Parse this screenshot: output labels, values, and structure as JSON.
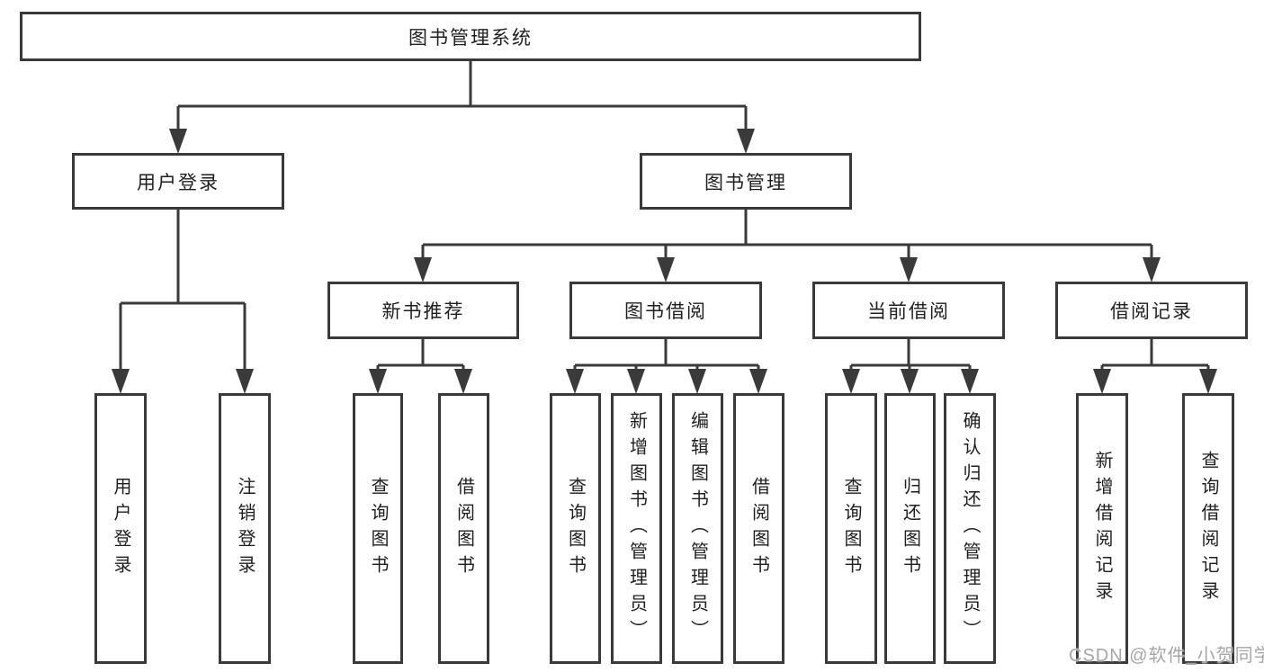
{
  "diagram": {
    "root": {
      "label": "图书管理系统"
    },
    "branches": [
      {
        "label": "用户登录",
        "children": [
          {
            "label": "用户登录"
          },
          {
            "label": "注销登录"
          }
        ]
      },
      {
        "label": "图书管理",
        "children": [
          {
            "label": "新书推荐",
            "children": [
              {
                "label": "查询图书"
              },
              {
                "label": "借阅图书"
              }
            ]
          },
          {
            "label": "图书借阅",
            "children": [
              {
                "label": "查询图书"
              },
              {
                "label": "新增图书（管理员）"
              },
              {
                "label": "编辑图书（管理员）"
              },
              {
                "label": "借阅图书"
              }
            ]
          },
          {
            "label": "当前借阅",
            "children": [
              {
                "label": "查询图书"
              },
              {
                "label": "归还图书"
              },
              {
                "label": "确认归还（管理员）"
              }
            ]
          },
          {
            "label": "借阅记录",
            "children": [
              {
                "label": "新增借阅记录"
              },
              {
                "label": "查询借阅记录"
              }
            ]
          }
        ]
      }
    ]
  },
  "watermark": {
    "text": "CSDN @软件_小贺同学"
  },
  "colors": {
    "background": "#ffffff",
    "line": "#3a3a3a",
    "box_border": "#3a3a3a",
    "box_fill": "#ffffff",
    "text": "#1f1f1f",
    "watermark": "#969696"
  }
}
